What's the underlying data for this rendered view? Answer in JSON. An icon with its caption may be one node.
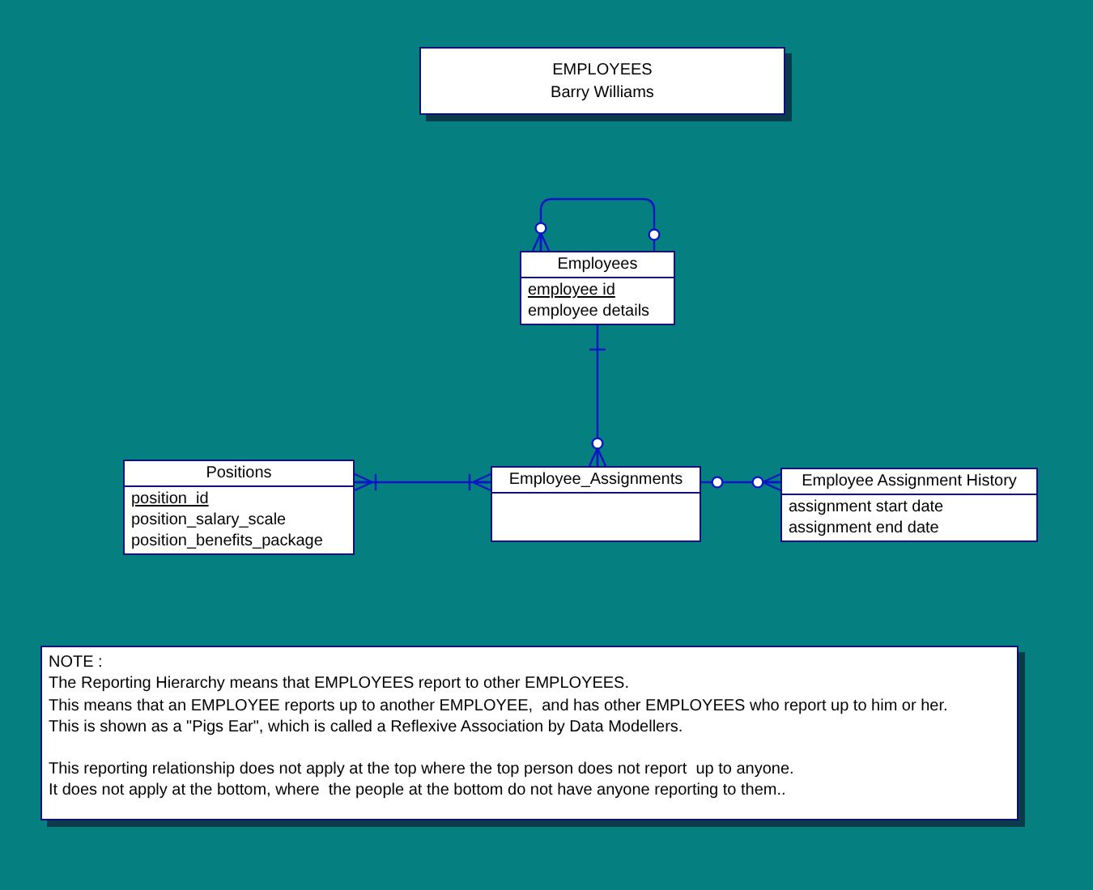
{
  "diagram": {
    "title": "EMPLOYEES",
    "nodes": [
      {
        "text": [
          "Employees",
          "employee id",
          "employee details"
        ]
      },
      {
        "text": [
          "Positions",
          "position_id",
          "position_salary_scale",
          "position_benefits_package"
        ]
      },
      {
        "text": [
          "Employee_Assignments"
        ]
      },
      {
        "text": [
          "Employee Assignment History",
          "assignment start date",
          "assignment end date"
        ]
      }
    ],
    "edges": [
      {
        "from": 0,
        "to": 0,
        "arrow": "other"
      },
      {
        "from": 0,
        "to": 2,
        "arrow": "other"
      },
      {
        "from": 1,
        "to": 2,
        "arrow": "other"
      },
      {
        "from": 2,
        "to": 3,
        "arrow": "other"
      }
    ],
    "labels": [
      "Barry Williams",
      "NOTE :",
      "The Reporting Hierarchy means that EMPLOYEES report to other EMPLOYEES.",
      "This means that an EMPLOYEE reports up to another EMPLOYEE,  and has other EMPLOYEES who report up to him or her.",
      "This is shown as a \"Pigs Ear\", which is called a Reflexive Association by Data Modellers.",
      "This reporting relationship does not apply at the top where the top person does not report  up to anyone.",
      "It does not apply at the bottom, where  the people at the bottom do not have anyone reporting to them.."
    ]
  }
}
